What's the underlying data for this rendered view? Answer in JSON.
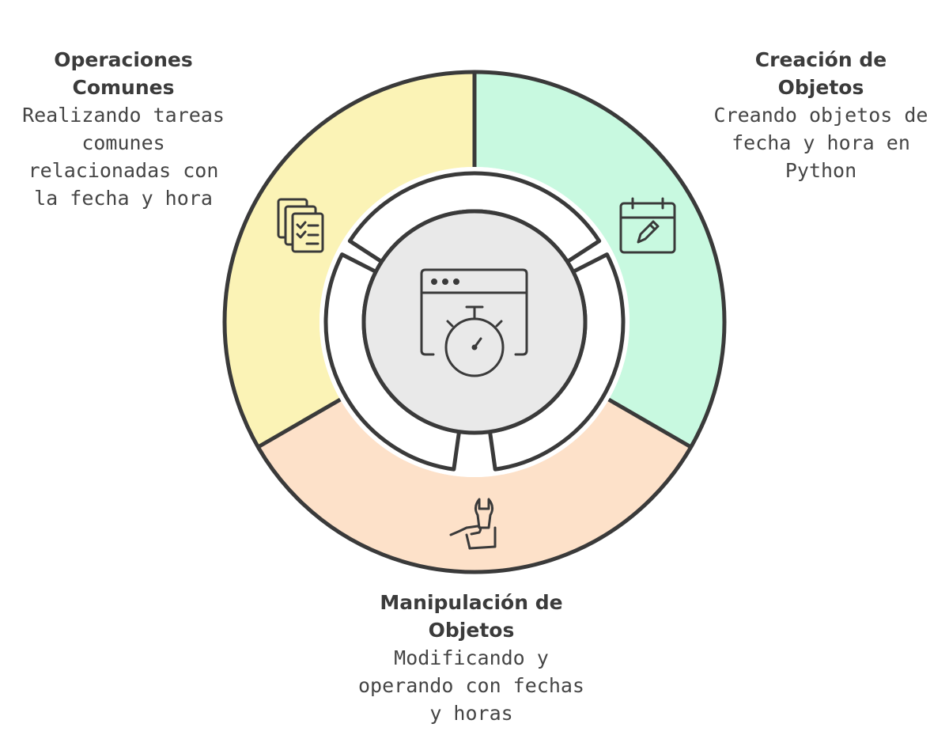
{
  "colors": {
    "segment_operaciones": "#fbf3b6",
    "segment_creacion": "#c8f9e0",
    "segment_manipulacion": "#fde1c9",
    "center": "#e9e9e9",
    "stroke": "#3a3a3a"
  },
  "segments": [
    {
      "key": "operaciones",
      "title": "Operaciones Comunes",
      "description": "Realizando tareas comunes relacionadas con la fecha y hora",
      "icon": "documents-checklist-icon"
    },
    {
      "key": "creacion",
      "title": "Creación de Objetos",
      "description": "Creando objetos de fecha y hora en Python",
      "icon": "calendar-edit-icon"
    },
    {
      "key": "manipulacion",
      "title": "Manipulación de Objetos",
      "description": "Modificando y operando con fechas y horas",
      "icon": "hand-wrench-icon"
    }
  ],
  "center": {
    "icon": "browser-stopwatch-icon"
  }
}
